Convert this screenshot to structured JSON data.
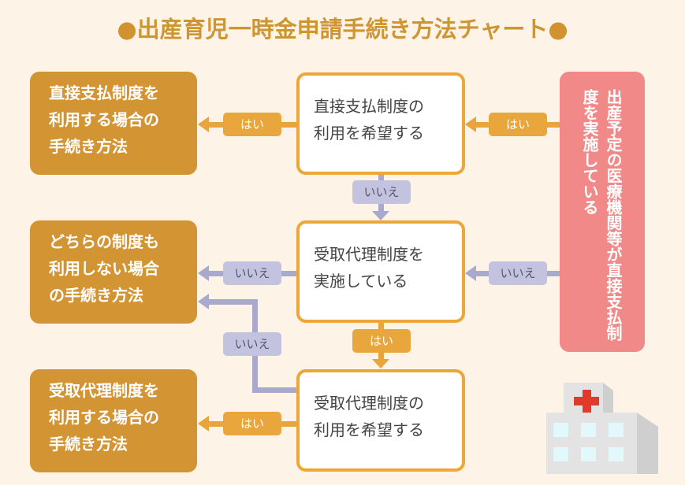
{
  "title": {
    "bullet_left": "●",
    "text": "出産育児一時金申請手続き方法チャート",
    "bullet_right": "●"
  },
  "colors": {
    "background": "#fdf4e7",
    "result_box": "#d39534",
    "question_border": "#eba73a",
    "condition_box": "#f08987",
    "yes_path": "#e9a53b",
    "no_path": "#a9a9cd",
    "title": "#cf9530"
  },
  "condition": {
    "text": "出産予定の医療機関等が直接支払制度を実施している"
  },
  "questions": [
    {
      "line1": "直接支払制度の",
      "line2": "利用を希望する"
    },
    {
      "line1": "受取代理制度を",
      "line2": "実施している"
    },
    {
      "line1": "受取代理制度の",
      "line2": "利用を希望する"
    }
  ],
  "results": [
    {
      "line1": "直接支払制度を",
      "line2": "利用する場合の",
      "line3": "手続き方法"
    },
    {
      "line1": "どちらの制度も",
      "line2": "利用しない場合",
      "line3": "の手続き方法"
    },
    {
      "line1": "受取代理制度を",
      "line2": "利用する場合の",
      "line3": "手続き方法"
    }
  ],
  "labels": {
    "yes": "はい",
    "no": "いいえ"
  },
  "illustration": {
    "icon": "hospital-icon"
  }
}
